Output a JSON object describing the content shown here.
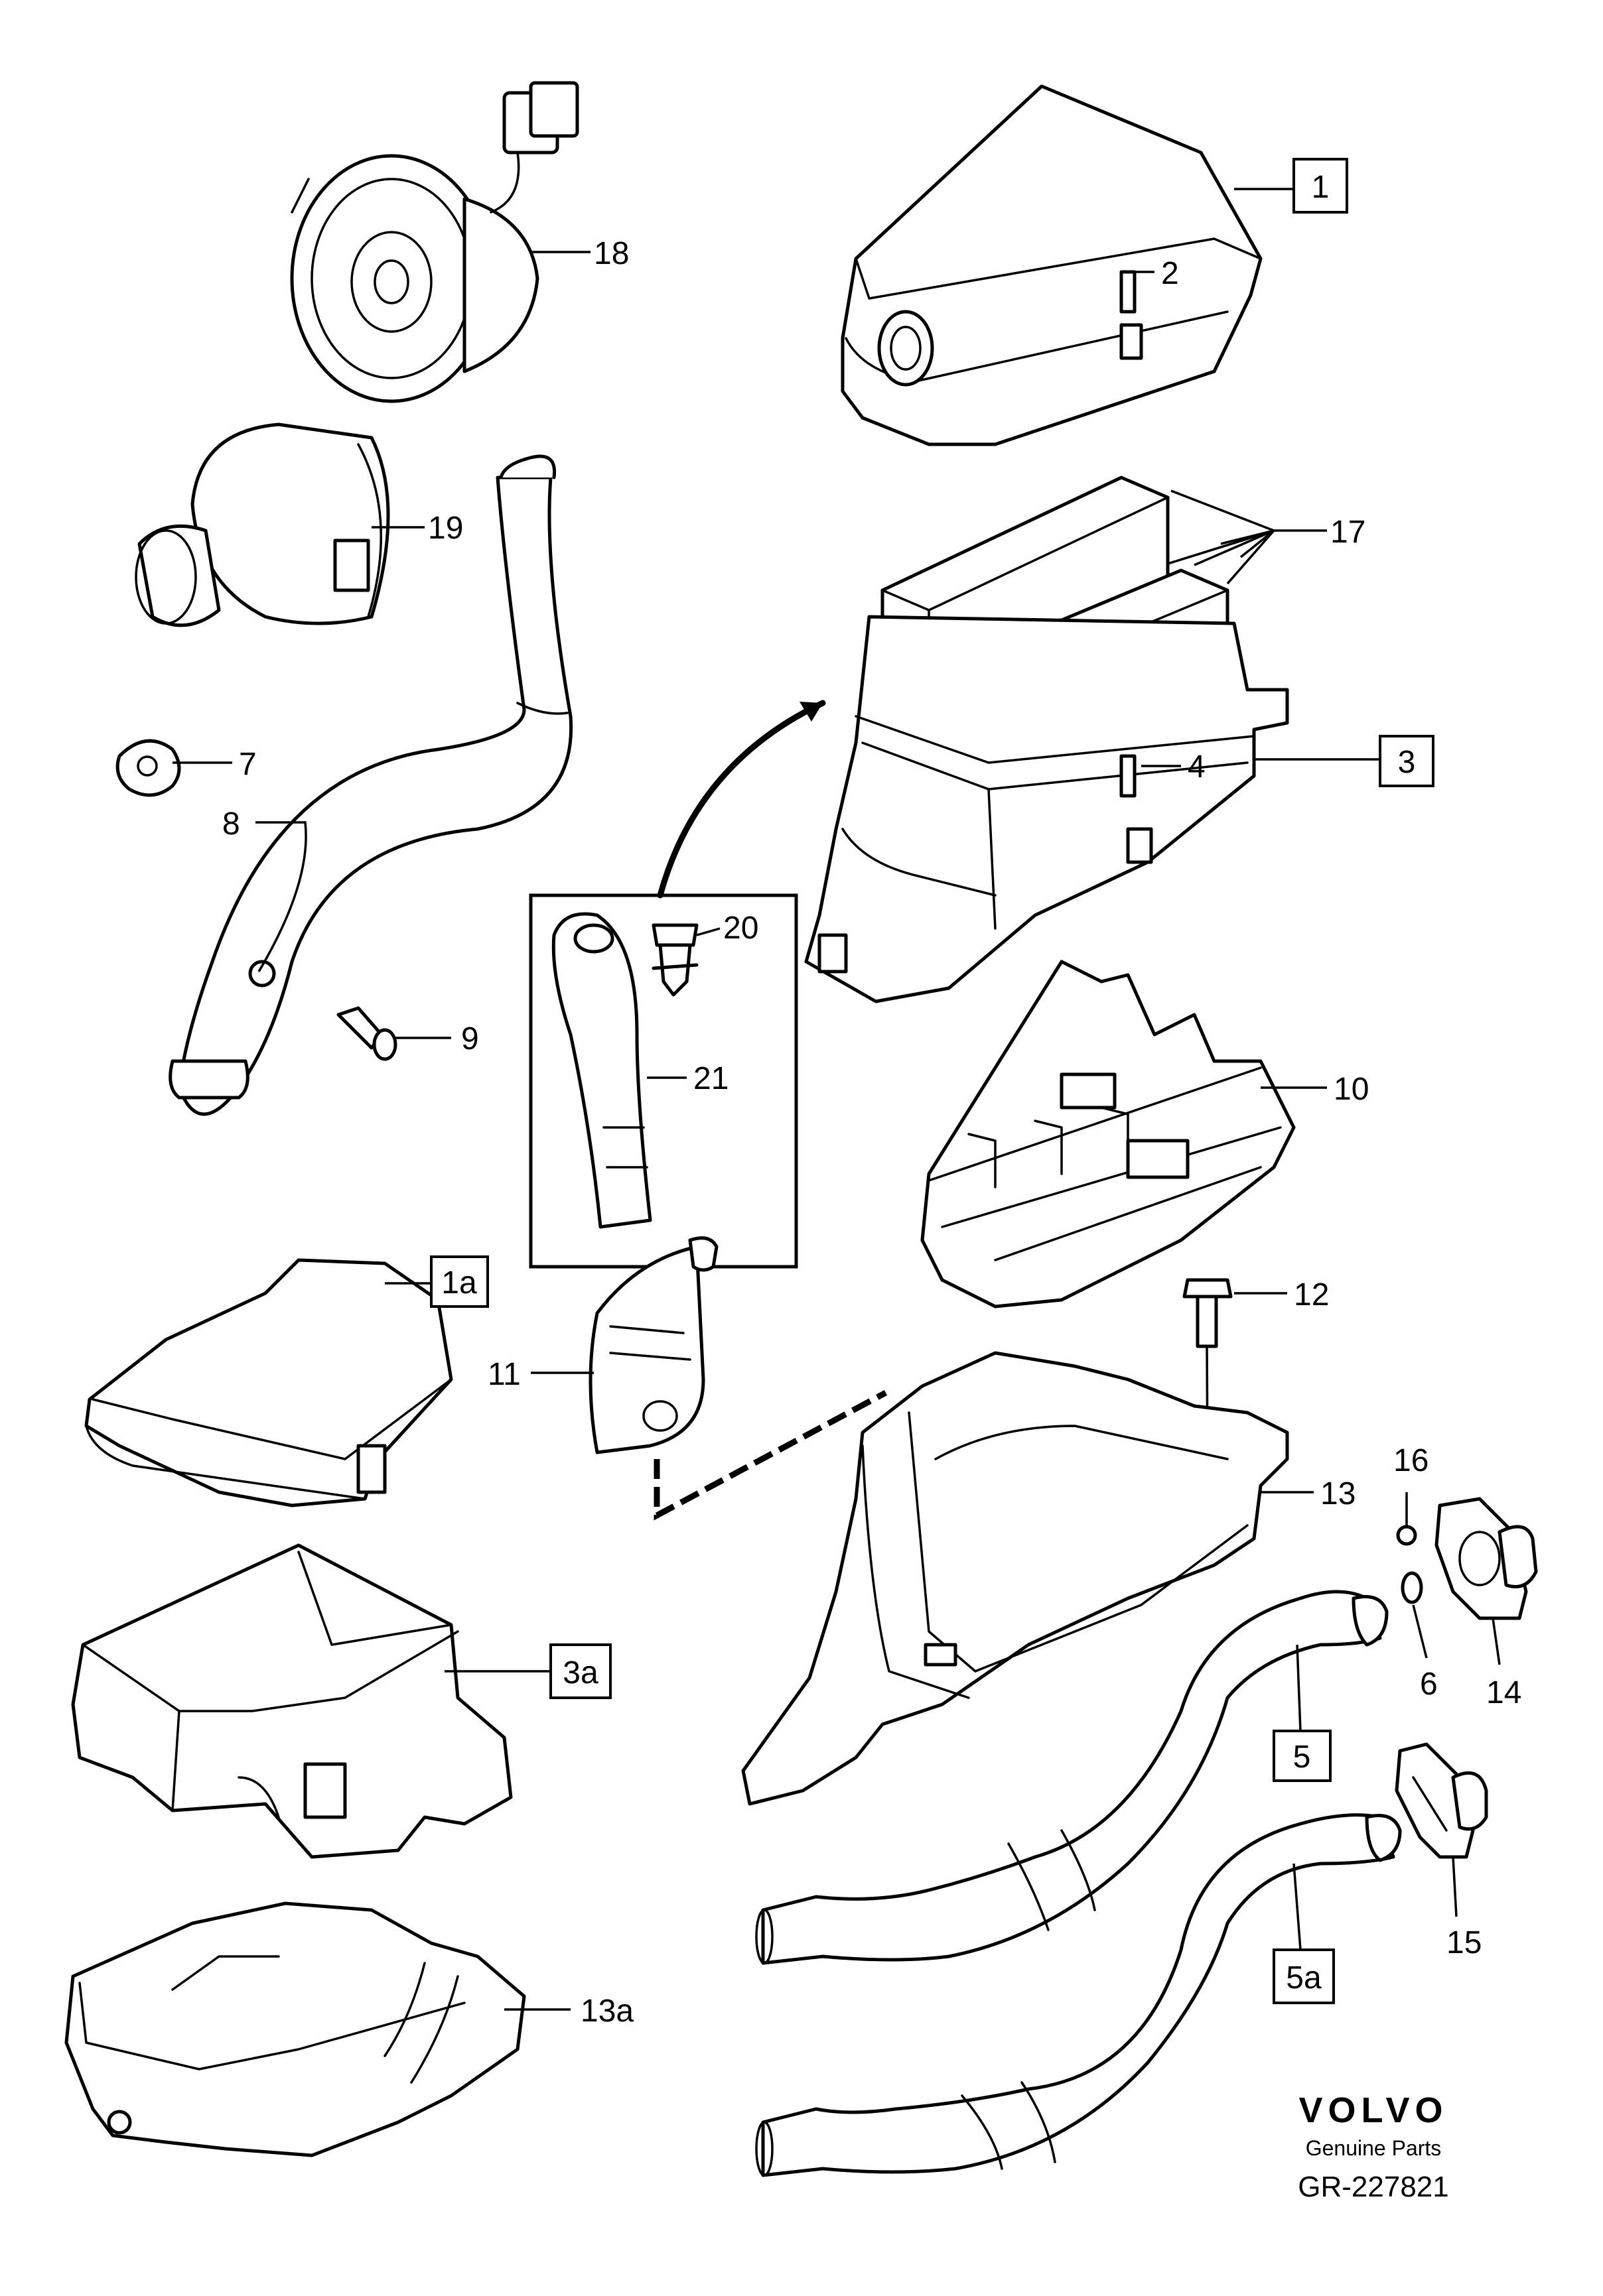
{
  "labels": {
    "p1": "1",
    "p1a": "1a",
    "p2": "2",
    "p3": "3",
    "p3a": "3a",
    "p4": "4",
    "p5": "5",
    "p5a": "5a",
    "p6": "6",
    "p7": "7",
    "p8": "8",
    "p9": "9",
    "p10": "10",
    "p11": "11",
    "p12": "12",
    "p13": "13",
    "p13a": "13a",
    "p14": "14",
    "p15": "15",
    "p16": "16",
    "p17": "17",
    "p18": "18",
    "p19": "19",
    "p20": "20",
    "p21": "21"
  },
  "footer": {
    "brand": "VOLVO",
    "subtitle": "Genuine Parts",
    "code": "GR-227821"
  }
}
